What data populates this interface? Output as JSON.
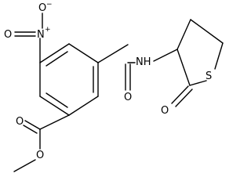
{
  "molecule": {
    "atoms": {
      "nitro_o_top": "O",
      "nitro_o_minus": "−",
      "nitro_o_left": "O",
      "nitro_n": "N",
      "nitro_n_plus": "+",
      "amide_nh": "NH",
      "amide_o": "O",
      "ring_s": "S",
      "lactone_o": "O",
      "ester_o_double": "O",
      "ester_o_single": "O"
    }
  }
}
